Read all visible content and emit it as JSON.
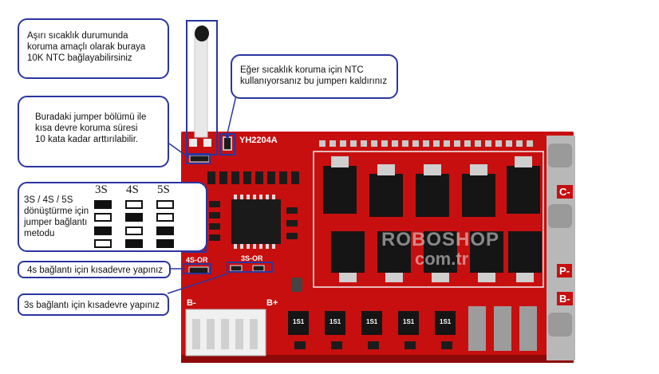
{
  "callouts": {
    "ntc_connect": {
      "line1": "Aşırı sıcaklık durumunda",
      "line2": "koruma amaçlı olarak buraya",
      "line3": "10K NTC bağlayabilirsiniz"
    },
    "ntc_jumper": {
      "line1": "Eğer sıcaklık koruma için NTC",
      "line2": "kullanıyorsanız bu jumperı kaldırınız"
    },
    "short_jumper": {
      "line1": "Buradaki jumper bölümü ile",
      "line2": "kısa devre koruma süresi",
      "line3": "10 kata kadar arttırılabilir."
    },
    "conversion": {
      "line1": "3S / 4S / 5S",
      "line2": "dönüştürme için",
      "line3": "jumper bağlantı",
      "line4": "metodu"
    },
    "short_4s": {
      "text": "4s bağlantı için kısadevre yapınız"
    },
    "short_3s": {
      "text": "3s bağlantı için kısadevre yapınız"
    }
  },
  "jumper_table": {
    "headers": [
      "3S",
      "4S",
      "5S"
    ],
    "rows": [
      [
        "filled",
        "open",
        "open"
      ],
      [
        "open",
        "filled",
        "open"
      ],
      [
        "filled",
        "open",
        "filled"
      ],
      [
        "open",
        "filled",
        "filled"
      ]
    ]
  },
  "board": {
    "model": "YH2204A",
    "label_4s": "4S-OR",
    "label_3s": "3S-OR",
    "port_c": "C-",
    "port_p": "P-",
    "port_b_right": "B-",
    "port_b_left": "B-",
    "port_b_plus": "B+",
    "chip_label": "1S1",
    "watermark_line1": "ROBOSHOP",
    "watermark_line2": "com.tr"
  },
  "colors": {
    "callout_border": "#2a36a0",
    "board_red": "#c70f0f",
    "mosfet_black": "#151515"
  }
}
